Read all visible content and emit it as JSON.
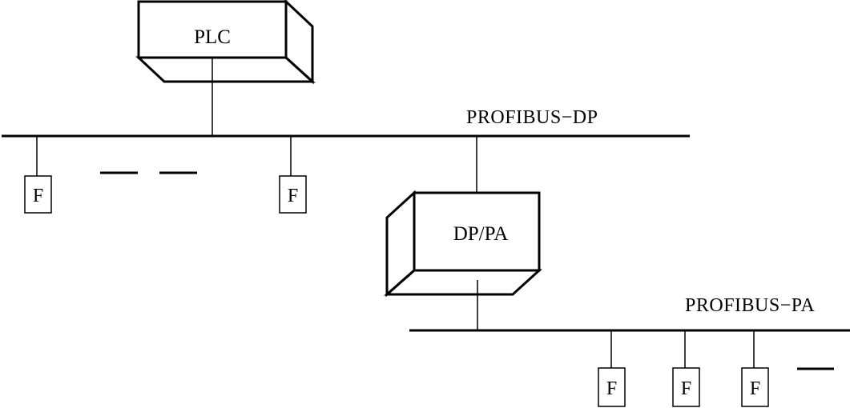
{
  "diagram": {
    "plc": {
      "label": "PLC"
    },
    "coupler": {
      "label": "DP/PA"
    },
    "bus_dp": {
      "label": "PROFIBUS−DP"
    },
    "bus_pa": {
      "label": "PROFIBUS−PA"
    },
    "devices_dp": [
      {
        "label": "F"
      },
      {
        "label": "F"
      }
    ],
    "devices_pa": [
      {
        "label": "F"
      },
      {
        "label": "F"
      },
      {
        "label": "F"
      }
    ]
  }
}
